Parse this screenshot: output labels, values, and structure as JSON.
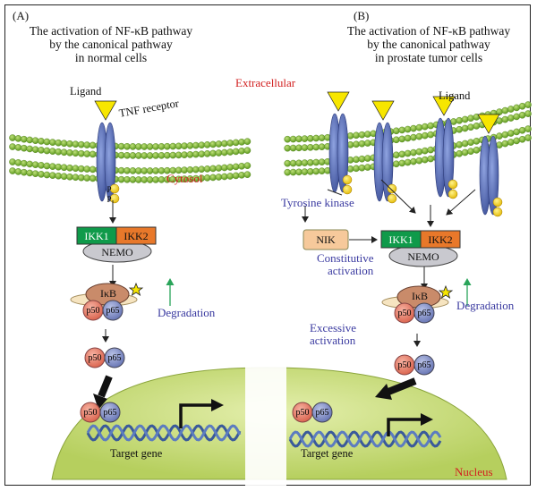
{
  "panel_a": {
    "label": "(A)",
    "title_line1": "The activation of NF-κB pathway",
    "title_line2": "by the canonical pathway",
    "title_line3": "in normal cells",
    "ligand": "Ligand",
    "receptor": "TNF receptor",
    "p": "P",
    "ikk1": "IKK1",
    "ikk2": "IKK2",
    "nemo": "NEMO",
    "ikb": "IκB",
    "p50": "p50",
    "p65": "p65",
    "degradation": "Degradation",
    "target_gene": "Target gene"
  },
  "panel_b": {
    "label": "(B)",
    "title_line1": "The activation of NF-κB pathway",
    "title_line2": "by the canonical pathway",
    "title_line3": "in prostate tumor cells",
    "ligand": "Ligand",
    "tyrosine_kinase": "Tyrosine kinase",
    "nik": "NIK",
    "ikk1": "IKK1",
    "ikk2": "IKK2",
    "nemo": "NEMO",
    "constitutive_line1": "Constitutive",
    "constitutive_line2": "activation",
    "ikb": "IκB",
    "p50": "p50",
    "p65": "p65",
    "degradation": "Degradation",
    "excessive_line1": "Excessive",
    "excessive_line2": "activation",
    "target_gene": "Target gene"
  },
  "regions": {
    "extracellular": "Extracellular",
    "cytosol": "Cytosol",
    "nucleus": "Nucleus"
  },
  "colors": {
    "membrane": "#7fb82e",
    "receptor": "#5a70b8",
    "ligand": "#f7e600",
    "ikk1": "#0f9a4a",
    "ikk2": "#e8782a",
    "nik": "#f6c99b",
    "ikb": "#c98b6a",
    "p50": "#e8806a",
    "p65": "#8894c8",
    "nucleus": "#cfe08a",
    "degradation_arrow": "#2aa45a",
    "dna": "#3a5a9a"
  }
}
